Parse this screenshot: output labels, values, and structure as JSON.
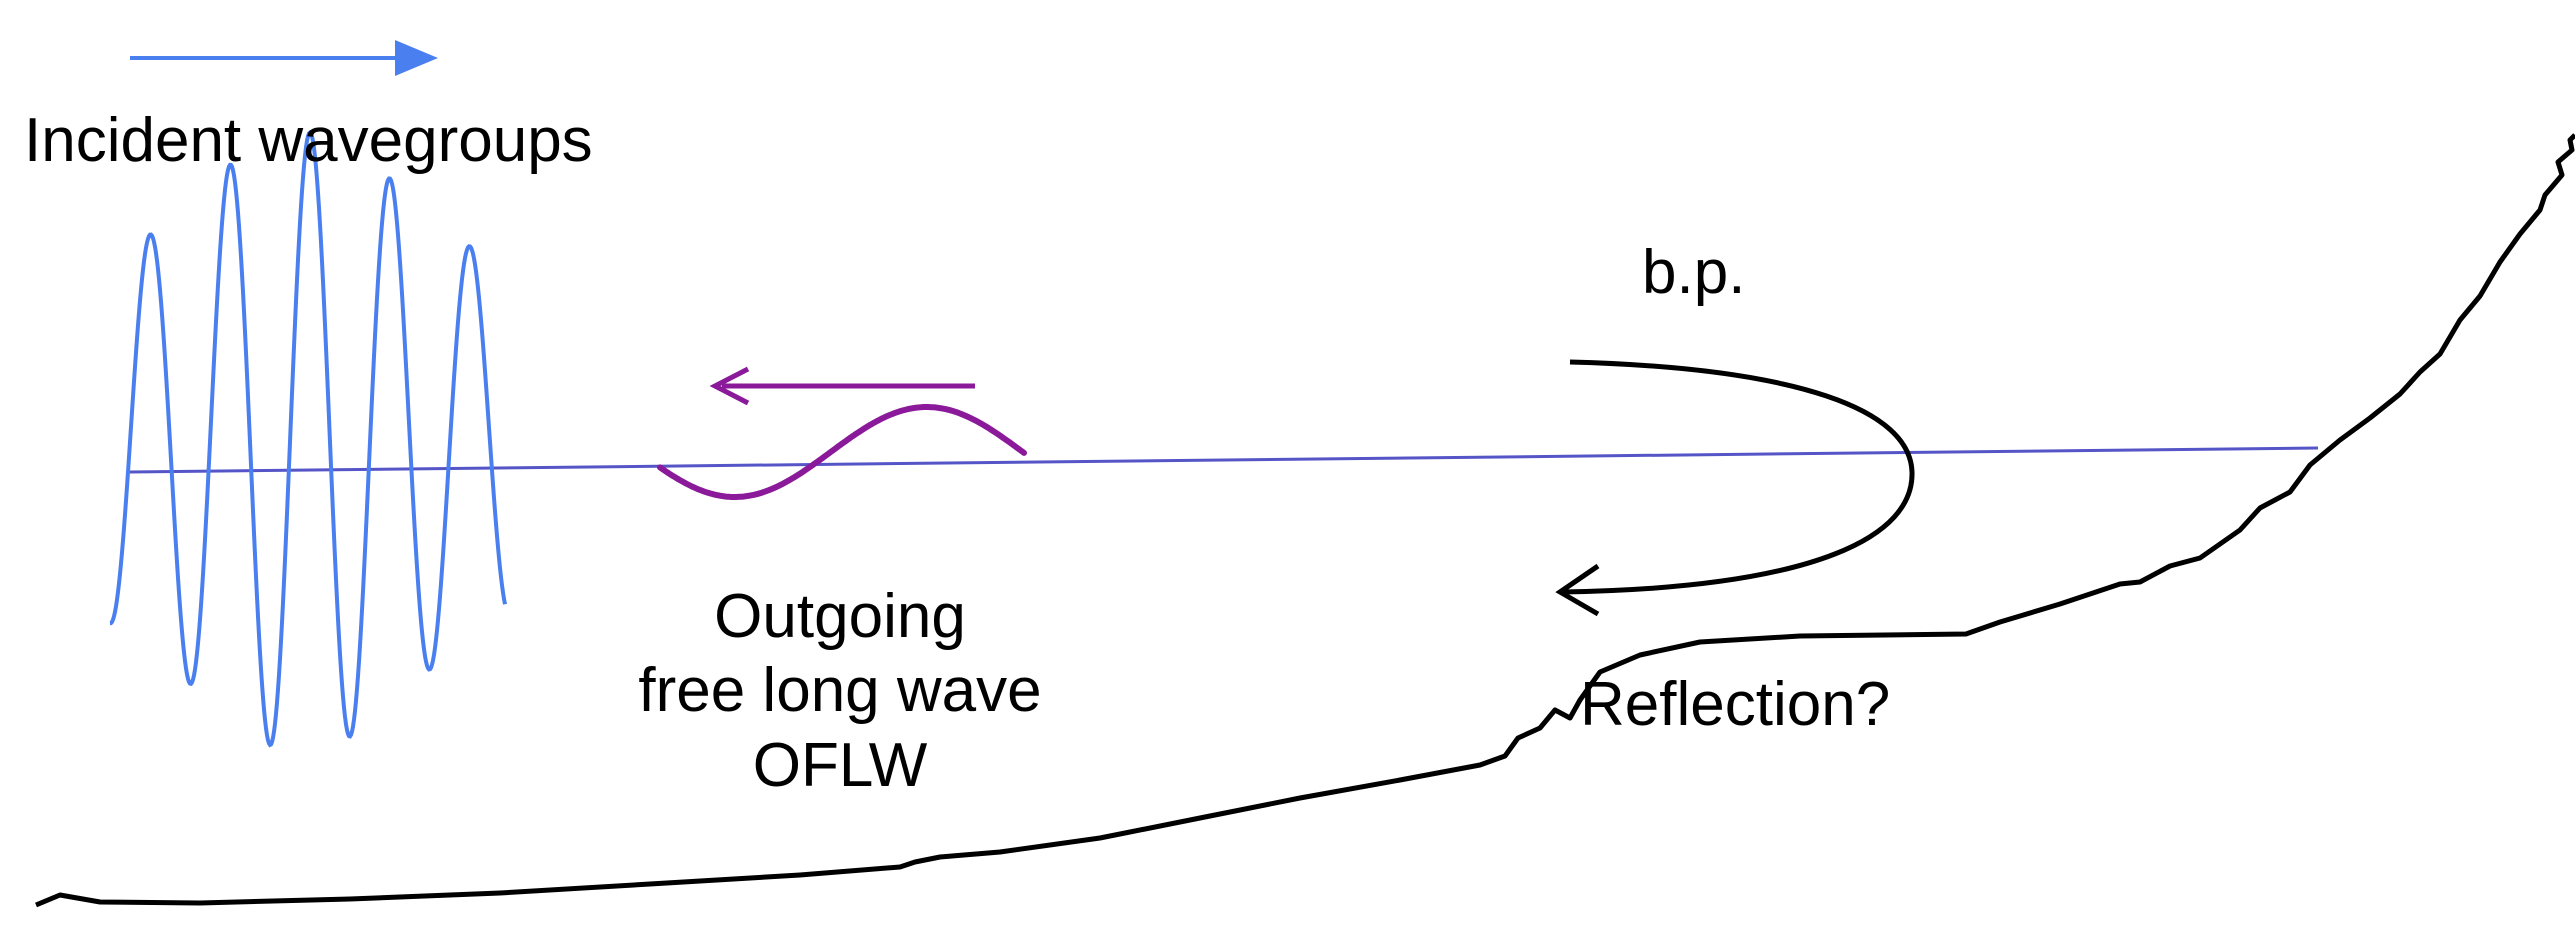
{
  "labels": {
    "incident": "Incident wavegroups",
    "bp": "b.p.",
    "reflection": "Reflection?",
    "outgoing_line1": "Outgoing",
    "outgoing_line2": "free long wave",
    "outgoing_line3": "OFLW"
  },
  "colors": {
    "incident_wave": "#4a7ff0",
    "outgoing_wave": "#8b1a9a",
    "water_level": "#5555c8",
    "profile": "#000000"
  }
}
